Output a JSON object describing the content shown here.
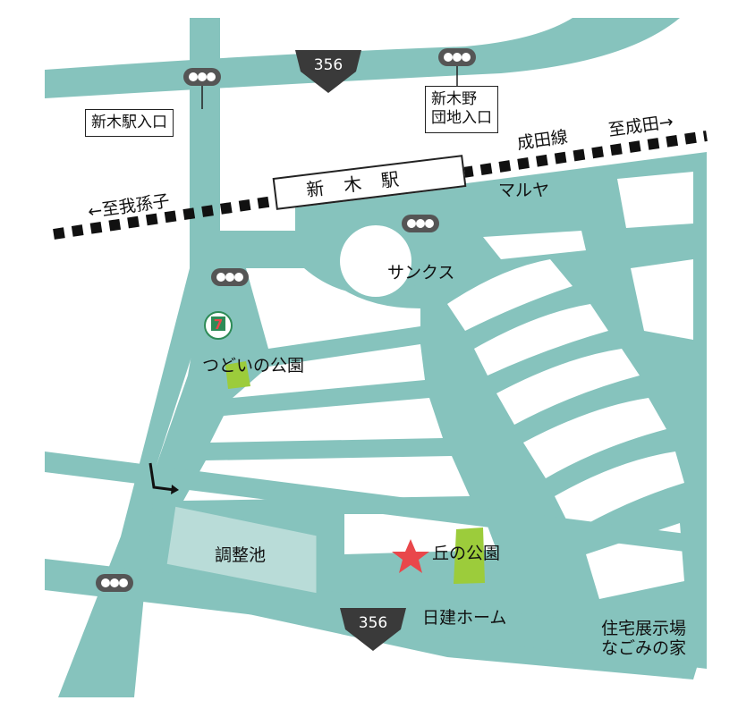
{
  "colors": {
    "road": "#86c3bd",
    "road_outline": "#6aa9a2",
    "pond": "#b9dcd8",
    "park": "#9ccc3b",
    "star": "#e9474b",
    "railway": "#111111",
    "shield": "#3a3a3a",
    "signal": "#555555"
  },
  "routes": {
    "top_shield": "356",
    "bottom_shield": "356"
  },
  "railway": {
    "name": "成田線",
    "to_left": "←至我孫子",
    "to_right": "至成田→"
  },
  "station": {
    "name": "新木駅"
  },
  "intersections": {
    "araki_station_entrance": "新木駅入口",
    "araki_danchi_entrance_line1": "新木野",
    "araki_danchi_entrance_line2": "団地入口"
  },
  "landmarks": {
    "maruya": "マルヤ",
    "sunkus": "サンクス",
    "tsudoi_park": "つどいの公園",
    "pond": "調整池",
    "oka_park": "丘の公園",
    "nikken_home": "日建ホーム",
    "model_home_line1": "住宅展示場",
    "model_home_line2": "なごみの家"
  },
  "icons": {
    "store_logo": "convenience-store-7-icon",
    "traffic_signal": "traffic-signal-icon",
    "destination": "star-icon",
    "turn_arrow": "turn-arrow-icon"
  },
  "store_logo_text": "7"
}
